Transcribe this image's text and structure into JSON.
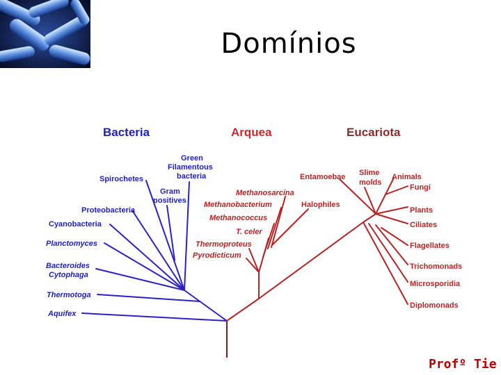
{
  "title": "Domínios",
  "credit": "Profº Tie",
  "domains": {
    "bacteria": "Bacteria",
    "archaea": "Arquea",
    "eukaryota": "Eucariota"
  },
  "bacteria": {
    "green_filamentous": [
      "Green",
      "Filamentous",
      "bacteria"
    ],
    "spirochetes": "Spirochetes",
    "gram_positives": [
      "Gram",
      "positives"
    ],
    "proteobacteria": "Proteobacteria",
    "cyanobacteria": "Cyanobacteria",
    "planctomyces": "Planctomyces",
    "bacteroides": [
      "Bacteroides",
      "Cytophaga"
    ],
    "thermotoga": "Thermotoga",
    "aquifex": "Aquifex"
  },
  "archaea": {
    "methanosarcina": "Methanosarcina",
    "methanobacterium": "Methanobacterium",
    "halophiles": "Halophiles",
    "methanococcus": "Methanococcus",
    "t_celer": "T. celer",
    "thermoproteus": "Thermoproteus",
    "pyrodicticum": "Pyrodicticum"
  },
  "eukaryota": {
    "entamoebae": "Entamoebae",
    "slime_molds": [
      "Slime",
      "molds"
    ],
    "animals": "Animals",
    "fungi": "Fungi",
    "plants": "Plants",
    "ciliates": "Ciliates",
    "flagellates": "Flagellates",
    "trichomonads": "Trichomonads",
    "microsporidia": "Microsporidia",
    "diplomonads": "Diplomonads"
  }
}
